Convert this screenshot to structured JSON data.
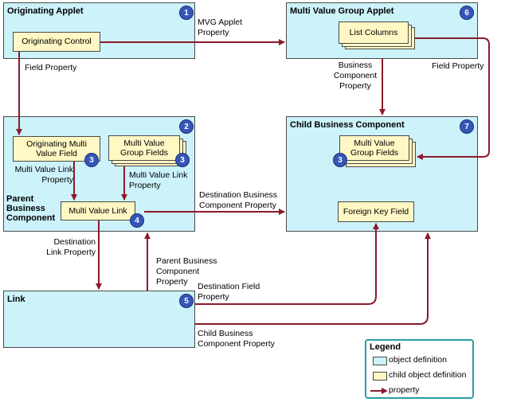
{
  "objects": {
    "originating_applet": {
      "title": "Originating Applet",
      "badge": "1"
    },
    "parent_bc": {
      "title": "Parent\nBusiness\nComponent",
      "badge": "2"
    },
    "link": {
      "title": "Link",
      "badge": "5"
    },
    "mvg_applet": {
      "title": "Multi Value Group Applet",
      "badge": "6"
    },
    "child_bc": {
      "title": "Child Business Component",
      "badge": "7"
    }
  },
  "children": {
    "originating_control": "Originating Control",
    "originating_mvf": "Originating Multi\nValue Field",
    "mvg_fields_parent": "Multi Value\nGroup Fields",
    "multi_value_link": "Multi Value Link",
    "list_columns": "List Columns",
    "mvg_fields_child": "Multi Value\nGroup Fields",
    "foreign_key_field": "Foreign Key Field"
  },
  "badges": {
    "mvf": "3",
    "mvg_parent": "3",
    "mvl": "4",
    "mvg_child": "3"
  },
  "labels": {
    "mvg_applet_property": "MVG Applet\nProperty",
    "field_property_left": "Field Property",
    "business_component_property": "Business\nComponent\nProperty",
    "field_property_right": "Field Property",
    "mvl_property_1": "Multi Value Link\nProperty",
    "mvl_property_2": "Multi Value Link\nProperty",
    "destination_bc_property": "Destination Business\nComponent Property",
    "destination_link_property": "Destination\nLink Property",
    "parent_bc_property": "Parent Business\nComponent\nProperty",
    "destination_field_property": "Destination Field\nProperty",
    "child_bc_property": "Child Business\nComponent Property"
  },
  "legend": {
    "title": "Legend",
    "object_definition": "object definition",
    "child_object_definition": "child object definition",
    "property": "property"
  },
  "colors": {
    "object_fill": "#ccf2fa",
    "child_fill": "#fff7c4",
    "arrow": "#8b1a2b",
    "badge": "#3556b8",
    "legend_border": "#2a9da3"
  }
}
